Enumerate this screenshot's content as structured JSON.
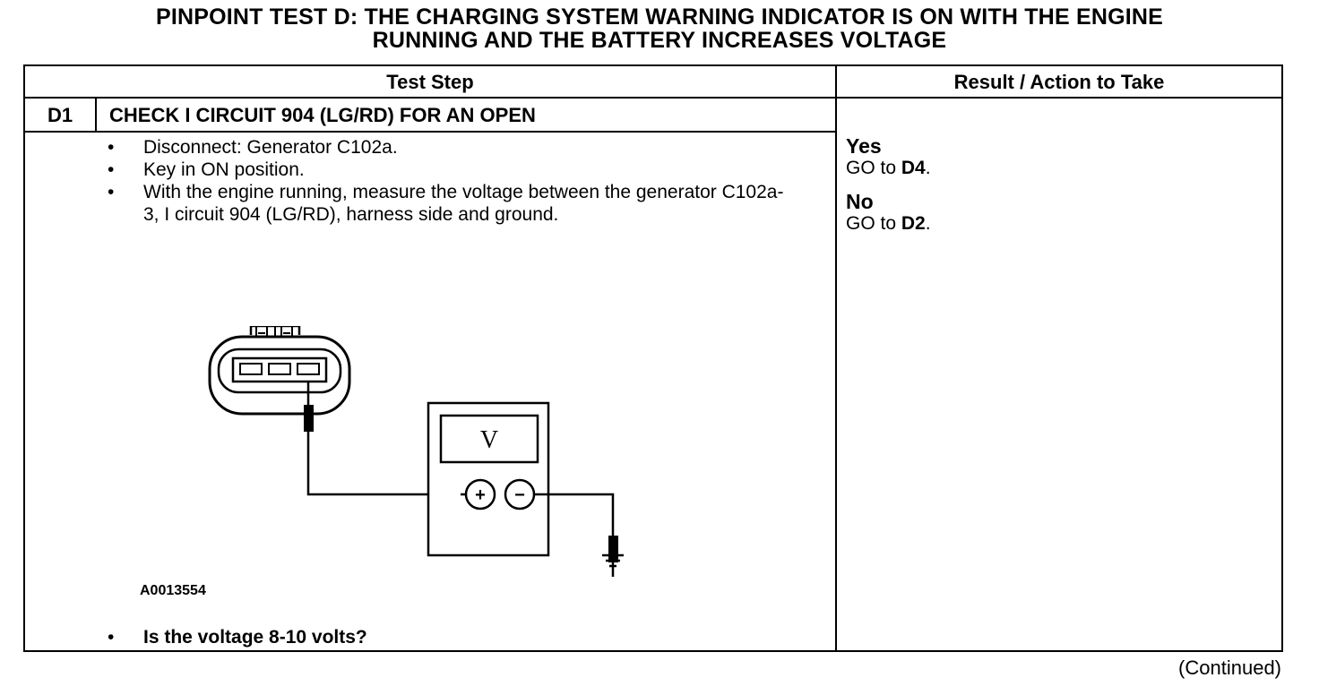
{
  "title": {
    "line1": "PINPOINT TEST  D: THE CHARGING SYSTEM WARNING INDICATOR IS ON WITH THE ENGINE",
    "line2": "RUNNING AND THE BATTERY INCREASES VOLTAGE"
  },
  "table": {
    "header_left": "Test Step",
    "header_right": "Result / Action to Take"
  },
  "step": {
    "id": "D1",
    "title": "CHECK I CIRCUIT 904 (LG/RD) FOR AN OPEN",
    "bullet_symbol": "•",
    "instructions": [
      "Disconnect: Generator C102a.",
      "Key in ON position.",
      "With the engine running, measure the voltage between the generator C102a-3, I circuit 904 (LG/RD), harness side and ground."
    ],
    "figure_id": "A0013554",
    "question": "Is the voltage 8-10 volts?"
  },
  "figure": {
    "meter_symbol": "V",
    "plus_symbol": "+",
    "minus_symbol": "−"
  },
  "results": [
    {
      "label": "Yes",
      "action_prefix": "GO to ",
      "target": "D4",
      "suffix": "."
    },
    {
      "label": "No",
      "action_prefix": "GO to ",
      "target": "D2",
      "suffix": "."
    }
  ],
  "footer": {
    "continued": "(Continued)"
  }
}
